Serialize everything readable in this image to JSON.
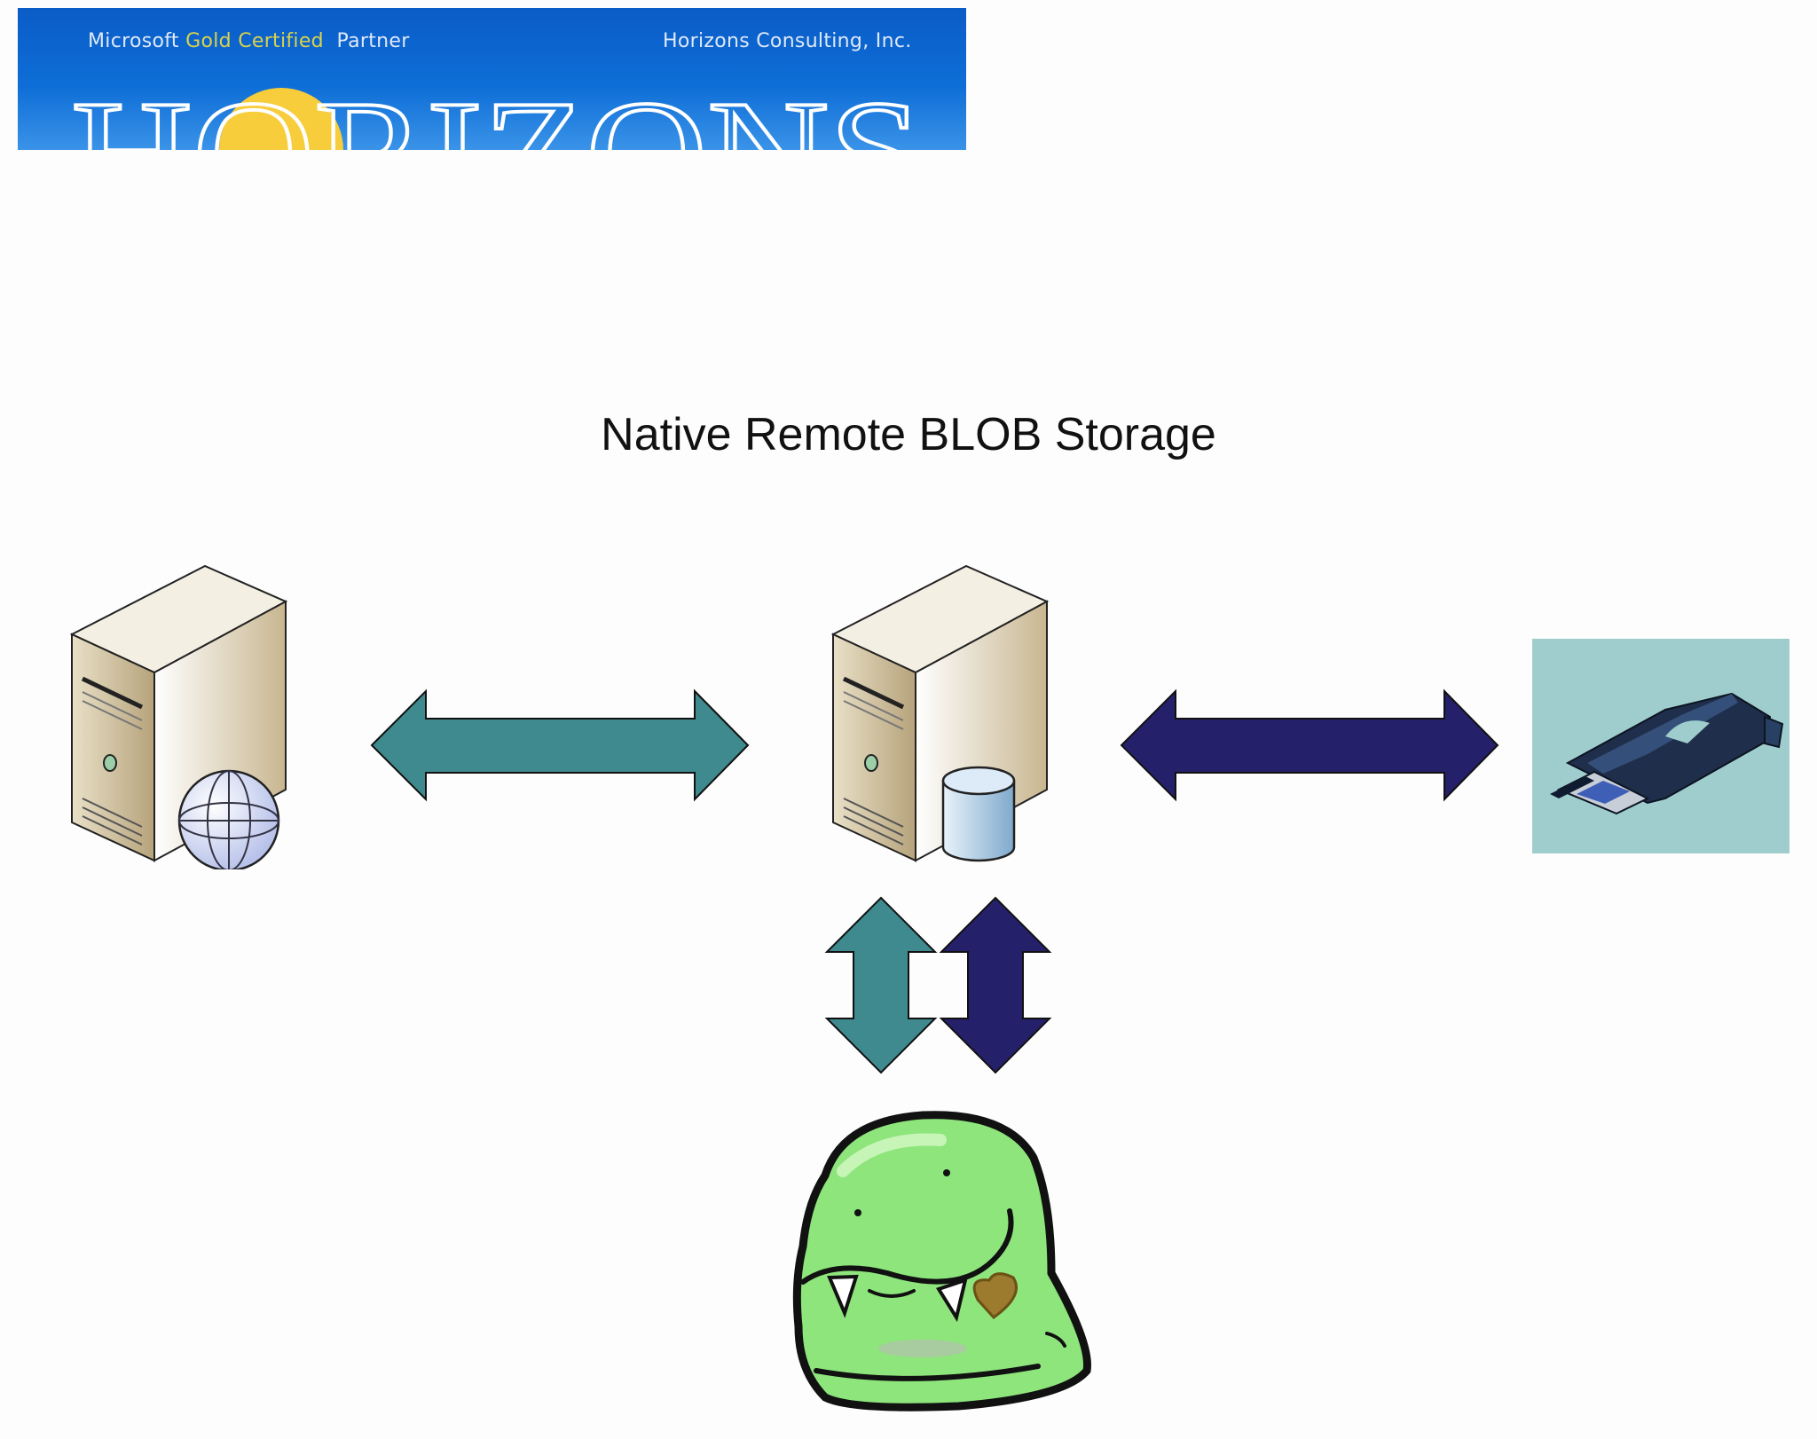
{
  "banner": {
    "cert_prefix": "Microsoft",
    "cert_gold": "Gold Certified",
    "cert_suffix": "Partner",
    "company": "Horizons Consulting, Inc.",
    "wordmark": "HORIZONS"
  },
  "title": "Native Remote BLOB Storage",
  "colors": {
    "banner_blue": "#0e6ed7",
    "teal_arrow": "#3f8a8f",
    "navy_arrow": "#25206a",
    "storage_bg": "#9fcdcd",
    "blob_green": "#8ee57c"
  },
  "nodes": [
    {
      "icon": "web-server-icon"
    },
    {
      "icon": "database-server-icon"
    },
    {
      "icon": "external-storage-drive-icon"
    },
    {
      "icon": "blob-monster-icon"
    }
  ]
}
